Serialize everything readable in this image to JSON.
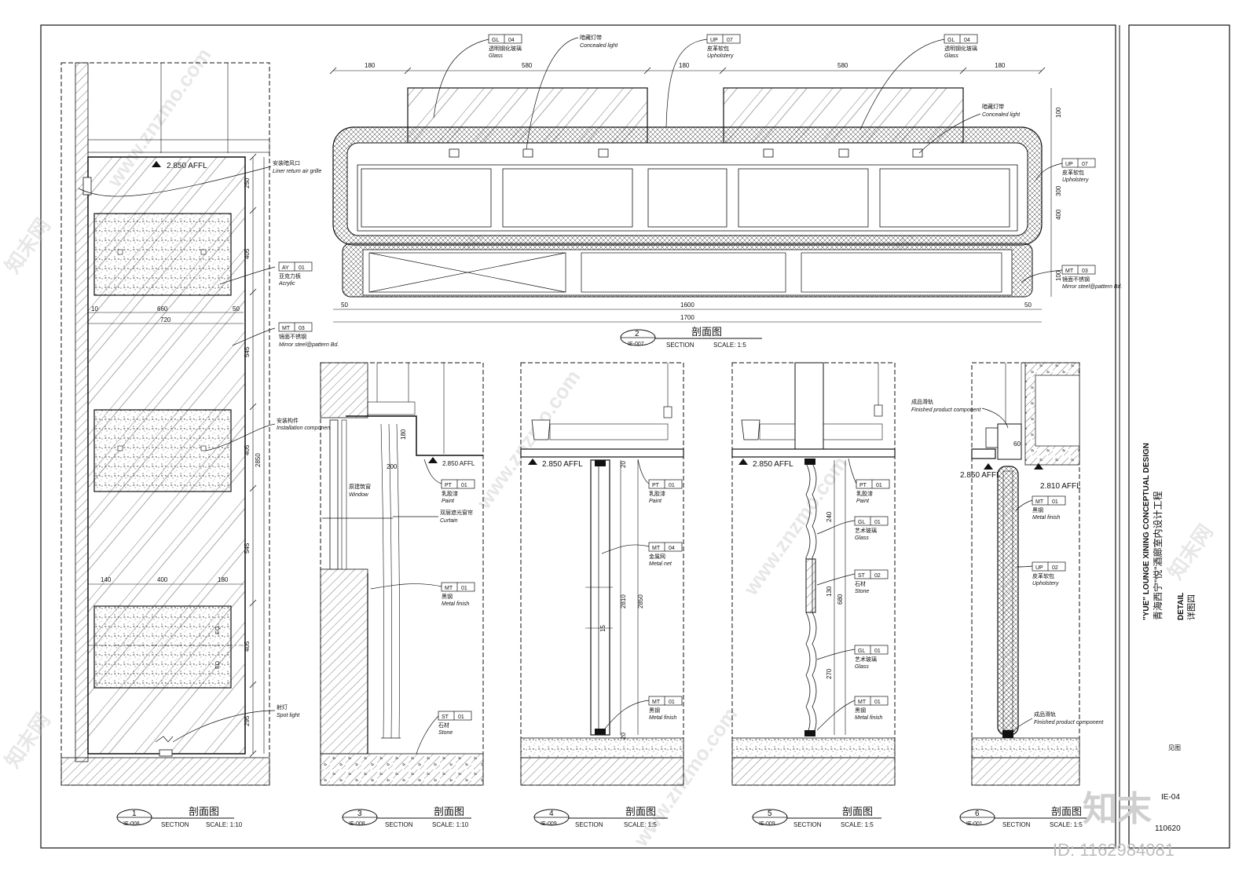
{
  "sections": {
    "s1": {
      "num": "1",
      "ref": "IE-008",
      "title": "剖面图",
      "type": "SECTION",
      "scale": "SCALE: 1:10"
    },
    "s2": {
      "num": "2",
      "ref": "IE-007",
      "title": "剖面图",
      "type": "SECTION",
      "scale": "SCALE: 1:5"
    },
    "s3": {
      "num": "3",
      "ref": "IE-008",
      "title": "剖面图",
      "type": "SECTION",
      "scale": "SCALE: 1:10"
    },
    "s4": {
      "num": "4",
      "ref": "IE-009",
      "title": "剖面图",
      "type": "SECTION",
      "scale": "SCALE: 1:5"
    },
    "s5": {
      "num": "5",
      "ref": "IE-009",
      "title": "剖面图",
      "type": "SECTION",
      "scale": "SCALE: 1:5"
    },
    "s6": {
      "num": "6",
      "ref": "IE-001",
      "title": "剖面图",
      "type": "SECTION",
      "scale": "SCALE: 1:5"
    }
  },
  "s1": {
    "affl": "2.850 AFFL",
    "dims_right": [
      "250",
      "405",
      "545",
      "405",
      "545",
      "405",
      "295"
    ],
    "dim_total": "2850",
    "dims_mid": [
      "10",
      "660",
      "50"
    ],
    "dim_720": "720",
    "dims_bottom": [
      "140",
      "400",
      "180"
    ],
    "eq": "EQ",
    "tags": [
      {
        "code": "AY",
        "num": "01",
        "cn": "亚克力板",
        "en": "Acrylic"
      },
      {
        "code": "MT",
        "num": "03",
        "cn": "镜面不锈钢",
        "en": "Mirror steel@pattern Bd."
      }
    ],
    "notes": [
      {
        "cn": "安装暗风口",
        "en": "Liner return air grille"
      },
      {
        "cn": "安装构件",
        "en": "Installation components"
      },
      {
        "cn": "射灯",
        "en": "Spot light"
      }
    ]
  },
  "s2": {
    "dims_top": [
      "180",
      "580",
      "180",
      "580",
      "180"
    ],
    "dims_right": [
      "100",
      "300",
      "400",
      "100"
    ],
    "dims_bottom": [
      "50",
      "1600",
      "50"
    ],
    "dim_total": "1700",
    "tags": [
      {
        "code": "GL",
        "num": "04",
        "cn": "透明钢化玻璃",
        "en": "Glass"
      },
      {
        "code": "UP",
        "num": "07",
        "cn": "皮革软包",
        "en": "Upholstery"
      },
      {
        "code": "GL",
        "num": "04",
        "cn": "透明钢化玻璃",
        "en": "Glass"
      },
      {
        "code": "UP",
        "num": "07",
        "cn": "皮革软包",
        "en": "Upholstery"
      },
      {
        "code": "MT",
        "num": "03",
        "cn": "镜面不锈钢",
        "en": "Mirror steel@pattern Bd."
      }
    ],
    "notes": [
      {
        "cn": "暗藏灯带",
        "en": "Concealed light"
      },
      {
        "cn": "暗藏灯带",
        "en": "Concealed light"
      }
    ]
  },
  "s3": {
    "affl": "2.850 AFFL",
    "dims": [
      "180",
      "200"
    ],
    "tags": [
      {
        "code": "PT",
        "num": "01",
        "cn": "乳胶漆",
        "en": "Paint"
      },
      {
        "code": "MT",
        "num": "01",
        "cn": "黑钢",
        "en": "Metal finish"
      },
      {
        "code": "ST",
        "num": "01",
        "cn": "石材",
        "en": "Stone"
      }
    ],
    "notes": [
      {
        "cn": "原建筑窗",
        "en": "Window"
      },
      {
        "cn": "双层遮光窗帘",
        "en": "Curtain"
      }
    ]
  },
  "s4": {
    "affl": "2.850 AFFL",
    "dims": [
      "20",
      "2810",
      "2850",
      "15",
      "20"
    ],
    "tags": [
      {
        "code": "PT",
        "num": "01",
        "cn": "乳胶漆",
        "en": "Paint"
      },
      {
        "code": "MT",
        "num": "04",
        "cn": "金属网",
        "en": "Metal net"
      },
      {
        "code": "MT",
        "num": "01",
        "cn": "黑钢",
        "en": "Metal finish"
      }
    ]
  },
  "s5": {
    "affl": "2.850 AFFL",
    "dims": [
      "240",
      "130",
      "680",
      "270"
    ],
    "tags": [
      {
        "code": "PT",
        "num": "01",
        "cn": "乳胶漆",
        "en": "Paint"
      },
      {
        "code": "GL",
        "num": "01",
        "cn": "艺术玻璃",
        "en": "Glass"
      },
      {
        "code": "ST",
        "num": "02",
        "cn": "石材",
        "en": "Stone"
      },
      {
        "code": "GL",
        "num": "01",
        "cn": "艺术玻璃",
        "en": "Glass"
      },
      {
        "code": "MT",
        "num": "01",
        "cn": "黑钢",
        "en": "Metal finish"
      }
    ]
  },
  "s6": {
    "affl_left": "2.850 AFFL",
    "affl_right": "2.810 AFFL",
    "dim": "60",
    "tags": [
      {
        "code": "MT",
        "num": "01",
        "cn": "黑钢",
        "en": "Metal finish"
      },
      {
        "code": "UP",
        "num": "02",
        "cn": "皮革软包",
        "en": "Upholstery"
      }
    ],
    "notes": [
      {
        "cn": "成品滑轨",
        "en": "Finished product component"
      },
      {
        "cn": "成品滑轨",
        "en": "Finished product component"
      }
    ]
  },
  "titleblock": {
    "project_en": "\"YUE\" LOUNGE XINING CONCEPTUAL DESIGN",
    "project_cn": "青海西宁\"悦\"酒廊室内设计工程",
    "drawing_en": "DETAIL",
    "drawing_cn": "详图四",
    "see": "见图",
    "sheet": "IE-04",
    "date": "110620"
  },
  "watermark": {
    "text": "www.znzmo.com",
    "brand_cn": "知末网",
    "logo": "知末",
    "id": "ID: 1162984081"
  }
}
